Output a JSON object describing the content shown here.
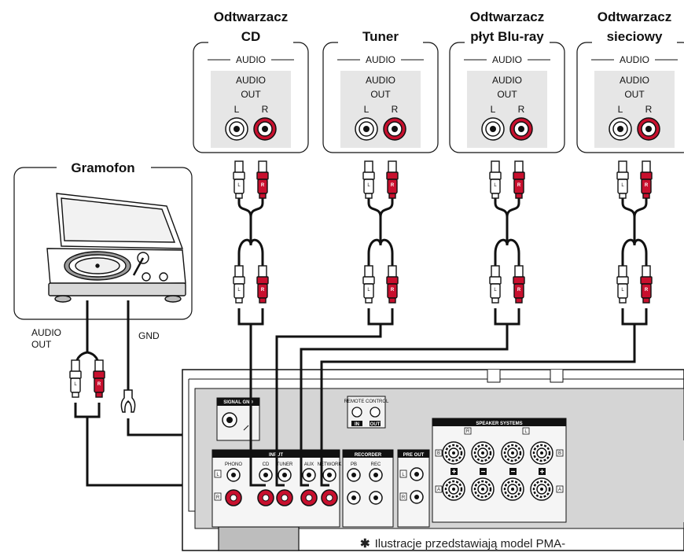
{
  "devices": [
    {
      "line1": "Odtwarzacz",
      "line2": "CD",
      "section": "AUDIO",
      "out1": "AUDIO",
      "out2": "OUT",
      "left": "L",
      "right": "R"
    },
    {
      "line1": "Tuner",
      "line2": "",
      "section": "AUDIO",
      "out1": "AUDIO",
      "out2": "OUT",
      "left": "L",
      "right": "R"
    },
    {
      "line1": "Odtwarzacz",
      "line2": "płyt Blu-ray",
      "section": "AUDIO",
      "out1": "AUDIO",
      "out2": "OUT",
      "left": "L",
      "right": "R"
    },
    {
      "line1": "Odtwarzacz",
      "line2": "sieciowy",
      "section": "AUDIO",
      "out1": "AUDIO",
      "out2": "OUT",
      "left": "L",
      "right": "R"
    }
  ],
  "turntable": {
    "title": "Gramofon",
    "audio_out_1": "AUDIO",
    "audio_out_2": "OUT",
    "gnd": "GND"
  },
  "plug_letters": {
    "left": "L",
    "right": "R"
  },
  "amplifier": {
    "signal_gnd": "SIGNAL GND",
    "input_group": "INPUT",
    "inputs": [
      "PHONO",
      "CD",
      "TUNER",
      "AUX",
      "NETWORK"
    ],
    "remote_control": "REMOTE CONTROL",
    "remote_in": "IN",
    "remote_out": "OUT",
    "recorder": "RECORDER",
    "recorder_pb": "PB",
    "recorder_rec": "REC",
    "pre_out": "PRE OUT",
    "speaker_systems": "SPEAKER SYSTEMS",
    "speaker_b": "B",
    "speaker_a": "A"
  },
  "footnote": {
    "star": "✱",
    "text": "Ilustracje przedstawiają model PMA-"
  },
  "colors": {
    "red": "#c8102e",
    "wire": "#111111",
    "panel": "#e6e6e6",
    "chassis": "#cfcfcf"
  }
}
